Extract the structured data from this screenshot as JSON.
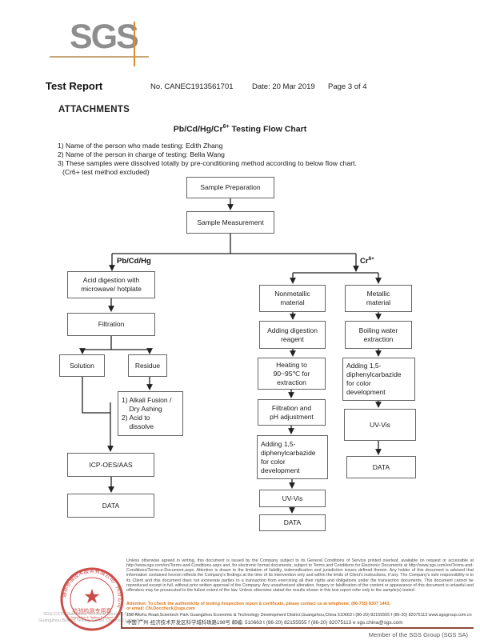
{
  "header": {
    "logo_text": "SGS",
    "report_title": "Test Report",
    "report_no": "No. CANEC1913561701",
    "date": "Date: 20 Mar 2019",
    "page": "Page 3 of 4"
  },
  "attachments": {
    "heading": "ATTACHMENTS",
    "title_base": "Pb/Cd/Hg/Cr",
    "title_sup": "6+",
    "title_rest": " Testing Flow Chart",
    "notes": [
      "1) Name of the person who made testing: Edith Zhang",
      "2) Name of the person in charge of testing: Bella Wang",
      "3) These samples were dissolved totally by pre-conditioning method according to below flow chart.",
      "(Cr6+ test method excluded)"
    ]
  },
  "flowchart": {
    "branch_left_label": "Pb/Cd/Hg",
    "branch_right_base": "Cr",
    "branch_right_sup": "6+",
    "nodes": {
      "sample_preparation": "Sample Preparation",
      "sample_measurement": "Sample Measurement",
      "acid_digestion": "Acid digestion with\nmicrowave/ hotplate",
      "filtration": "Filtration",
      "solution": "Solution",
      "residue": "Residue",
      "alkali_fusion": "1) Alkali Fusion /\n    Dry Ashing\n2) Acid to\n    dissolve",
      "icp": "ICP-OES/AAS",
      "data_left": "DATA",
      "nonmetallic": "Nonmetallic\nmaterial",
      "metallic": "Metallic\nmaterial",
      "adding_reagent": "Adding digestion\nreagent",
      "boiling_water": "Boiling water\nextraction",
      "heating": "Heating to\n90~95℃ for\nextraction",
      "filtration_ph": "Filtration and\npH adjustment",
      "adding_dpc_nonmetal": "Adding 1,5-\ndiphenylcarbazide\nfor color\ndevelopment",
      "adding_dpc_metal": "Adding 1,5-\ndiphenylcarbazide\nfor color\ndevelopment",
      "uv_vis_nonmetal": "UV-Vis",
      "uv_vis_metal": "UV-Vis",
      "data_nonmetal": "DATA",
      "data_metal": "DATA"
    }
  },
  "footer": {
    "stamp": {
      "arc_text": "通标标准技术服务有限公司广州分公司",
      "line1": "检验检测专用章",
      "line2": "Inspection & Testing Services",
      "star": "★"
    },
    "company_line1": "SGS-CSTC Standards Technical Services Co., Ltd.",
    "company_line2": "Guangzhou Branch Testing Center Chemical Laboratory",
    "legal": "Unless otherwise agreed in writing, this document is issued by the Company subject to its General Conditions of Service printed overleaf, available on request or accessible at http://www.sgs.com/en/Terms-and-Conditions.aspx and, for electronic format documents, subject to Terms and Conditions for Electronic Documents at http://www.sgs.com/en/Terms-and-Conditions/Terms-e-Document.aspx. Attention is drawn to the limitation of liability, indemnification and jurisdiction issues defined therein. Any holder of this document is advised that information contained hereon reflects the Company's findings at the time of its intervention only and within the limits of Client's instructions, if any. The Company's sole responsibility is to its Client and this document does not exonerate parties to a transaction from exercising all their rights and obligations under the transaction documents. This document cannot be reproduced except in full, without prior written approval of the Company. Any unauthorized alteration, forgery or falsification of the content or appearance of this document is unlawful and offenders may be prosecuted to the fullest extent of the law. Unless otherwise stated the results shown in this test report refer only to the sample(s) tested .",
    "attention_line1": "Attention: To check the authenticity of testing /inspection report & certificate, please contact us at telephone: (86-755) 8307 1443,",
    "attention_line2": "or email: CN.Doccheck@sgs.com",
    "address_line1": "198 Kezhu Road,Scientech Park Guangzhou Economic & Technology Development District,Guangzhou,China 510663   t (86-20) 82155555   f (86-20) 82075113   www.sgsgroup.com.cn",
    "address_line2": "中国·广州·经济技术开发区科学城科珠路198号   邮编: 510663   t (86-20) 82155555   f (86-20) 82075113   e sgs.china@sgs.com",
    "member": "Member of the SGS Group (SGS SA)"
  },
  "colors": {
    "logo_gray": "#8e8e8e",
    "logo_tan": "#c8a678",
    "logo_orange": "#df8b2c",
    "stamp_red": "#c5352f",
    "attention_orange": "#db7617",
    "footer_rule_brown": "#8b4a3b"
  }
}
